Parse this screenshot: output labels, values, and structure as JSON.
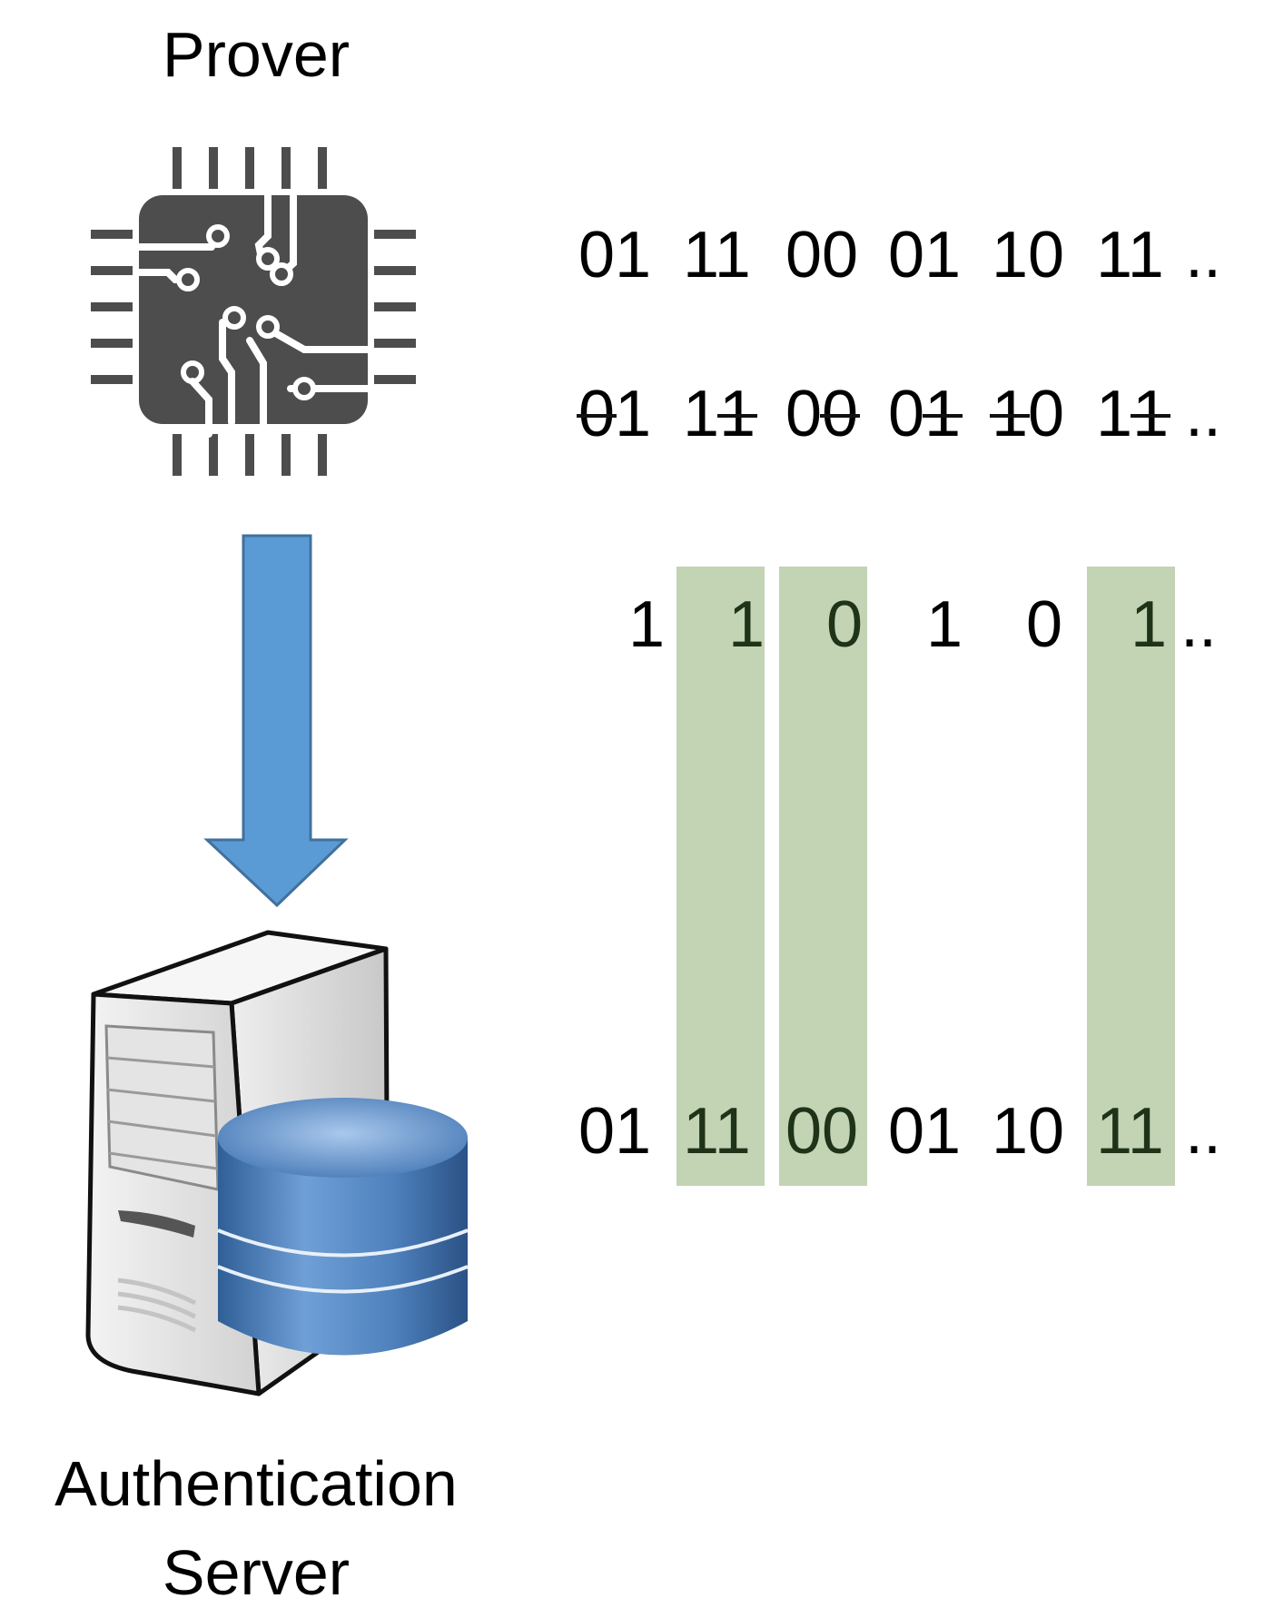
{
  "labels": {
    "prover": "Prover",
    "server_line1": "Authentication",
    "server_line2": "Server"
  },
  "sequences": {
    "original": [
      "01",
      "11",
      "00",
      "01",
      "10",
      "11"
    ],
    "reduced": [
      "1",
      "1",
      "0",
      "1",
      "0",
      "1"
    ],
    "stored": [
      "01",
      "11",
      "00",
      "01",
      "10",
      "11"
    ],
    "ellipsis": "..",
    "struck_row": [
      {
        "first": "0",
        "second": "1",
        "strike": "first"
      },
      {
        "first": "1",
        "second": "1",
        "strike": "second"
      },
      {
        "first": "0",
        "second": "0",
        "strike": "second"
      },
      {
        "first": "0",
        "second": "1",
        "strike": "second"
      },
      {
        "first": "1",
        "second": "0",
        "strike": "first"
      },
      {
        "first": "1",
        "second": "1",
        "strike": "second"
      }
    ],
    "highlighted_columns": [
      1,
      2,
      5
    ]
  },
  "colors": {
    "highlight": "#c2d4b4",
    "arrow": "#5b9bd5",
    "chip": "#4d4d4d",
    "database": "#4f81bd"
  },
  "icons": [
    "chip-icon",
    "down-arrow-icon",
    "server-icon",
    "database-icon"
  ]
}
